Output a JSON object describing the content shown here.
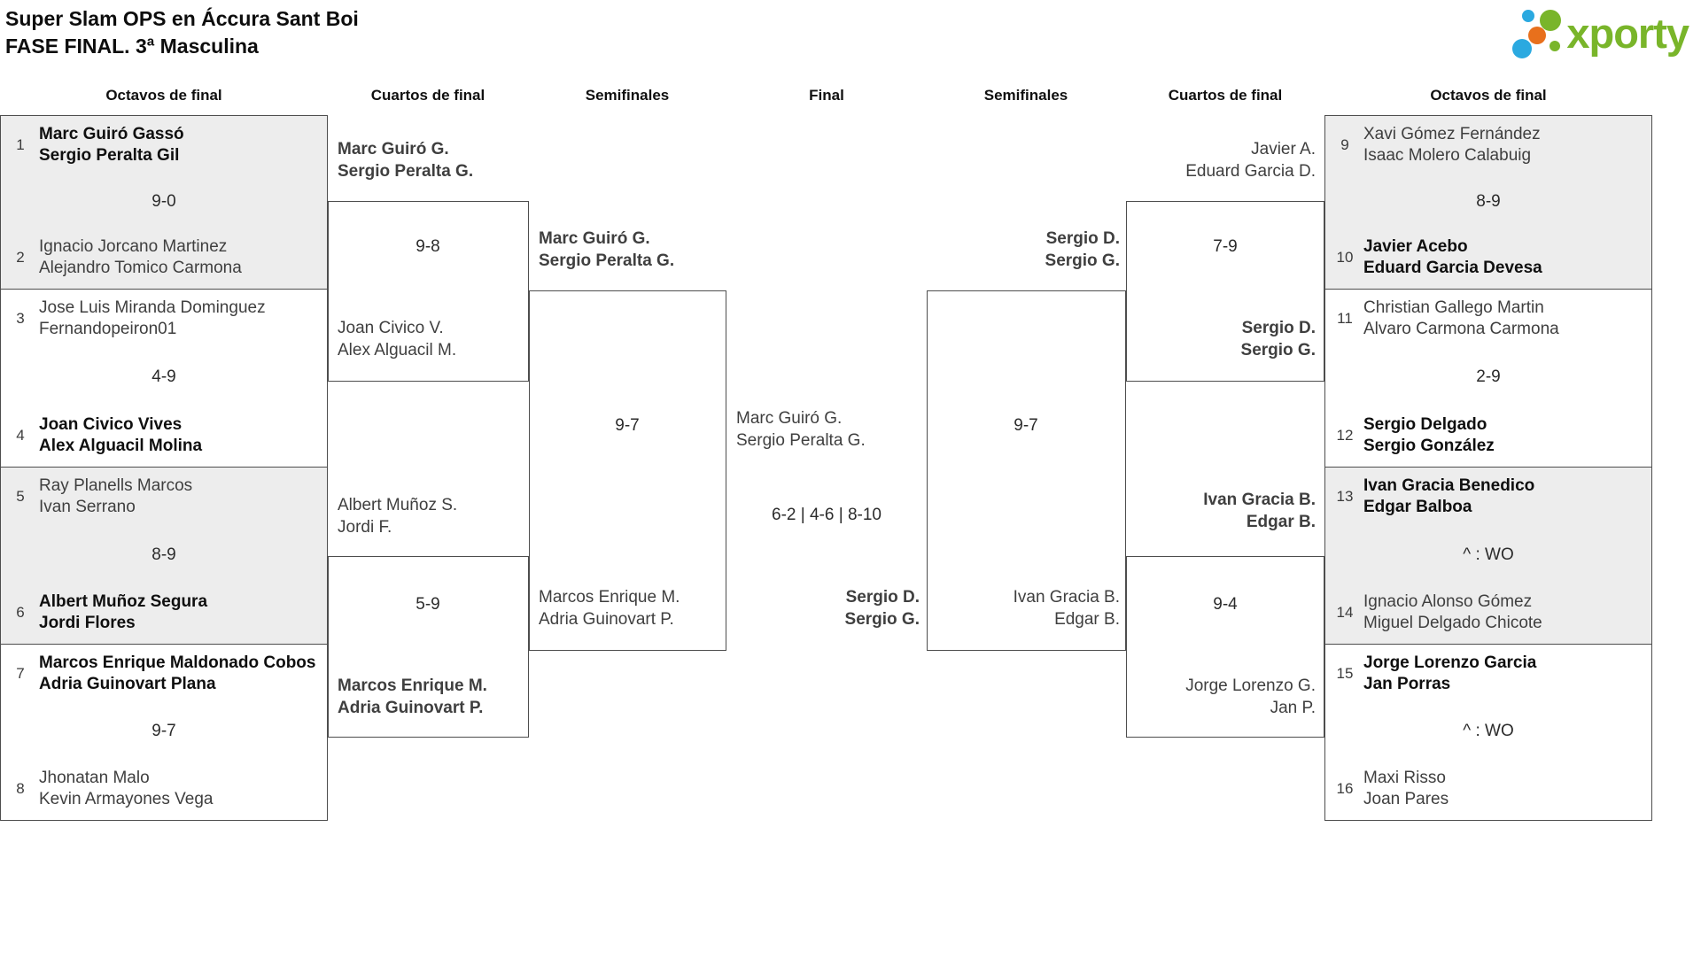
{
  "title": {
    "line1": "Super Slam OPS en Áccura Sant Boi",
    "line2": "FASE FINAL. 3ª Masculina"
  },
  "logo": {
    "brand": "xporty"
  },
  "logo_colors": {
    "green": "#79b52a",
    "blue": "#2ba9e0",
    "orange": "#e8701c"
  },
  "headers": {
    "r16_left": "Octavos de final",
    "qf_left": "Cuartos de final",
    "sf_left": "Semifinales",
    "final": "Final",
    "sf_right": "Semifinales",
    "qf_right": "Cuartos de final",
    "r16_right": "Octavos de final"
  },
  "r16_left": [
    {
      "seed_top": "1",
      "top1": "Marc Guiró Gassó",
      "top2": "Sergio Peralta Gil",
      "score": "9-0",
      "seed_bottom": "2",
      "bottom1": "Ignacio Jorcano Martinez",
      "bottom2": "Alejandro Tomico Carmona"
    },
    {
      "seed_top": "3",
      "top1": "Jose Luis Miranda Dominguez",
      "top2": "Fernandopeiron01",
      "score": "4-9",
      "seed_bottom": "4",
      "bottom1": "Joan Civico Vives",
      "bottom2": "Alex Alguacil Molina"
    },
    {
      "seed_top": "5",
      "top1": "Ray Planells Marcos",
      "top2": "Ivan Serrano",
      "score": "8-9",
      "seed_bottom": "6",
      "bottom1": "Albert Muñoz Segura",
      "bottom2": "Jordi Flores"
    },
    {
      "seed_top": "7",
      "top1": "Marcos Enrique Maldonado Cobos",
      "top2": "Adria Guinovart Plana",
      "score": "9-7",
      "seed_bottom": "8",
      "bottom1": "Jhonatan Malo",
      "bottom2": "Kevin Armayones Vega"
    }
  ],
  "r16_right": [
    {
      "seed_top": "9",
      "top1": "Xavi Gómez Fernández",
      "top2": "Isaac Molero Calabuig",
      "score": "8-9",
      "seed_bottom": "10",
      "bottom1": "Javier Acebo",
      "bottom2": "Eduard Garcia Devesa"
    },
    {
      "seed_top": "11",
      "top1": "Christian Gallego Martin",
      "top2": "Alvaro Carmona Carmona",
      "score": "2-9",
      "seed_bottom": "12",
      "bottom1": "Sergio Delgado",
      "bottom2": "Sergio González"
    },
    {
      "seed_top": "13",
      "top1": "Ivan Gracia Benedico",
      "top2": "Edgar Balboa",
      "score": "^ : WO",
      "seed_bottom": "14",
      "bottom1": "Ignacio Alonso Gómez",
      "bottom2": "Miguel Delgado Chicote"
    },
    {
      "seed_top": "15",
      "top1": "Jorge Lorenzo Garcia",
      "top2": "Jan Porras",
      "score": "^ : WO",
      "seed_bottom": "16",
      "bottom1": "Maxi Risso",
      "bottom2": "Joan Pares"
    }
  ],
  "qf_left": [
    {
      "top1": "Marc Guiró G.",
      "top2": "Sergio Peralta G.",
      "score": "9-8",
      "bottom1": "Joan Civico V.",
      "bottom2": "Alex Alguacil M."
    },
    {
      "top1": "Albert Muñoz S.",
      "top2": "Jordi F.",
      "score": "5-9",
      "bottom1": "Marcos Enrique M.",
      "bottom2": "Adria Guinovart P."
    }
  ],
  "qf_right": [
    {
      "top1": "Javier A.",
      "top2": "Eduard Garcia D.",
      "score": "7-9",
      "bottom1": "Sergio D.",
      "bottom2": "Sergio G."
    },
    {
      "top1": "Ivan Gracia B.",
      "top2": "Edgar B.",
      "score": "9-4",
      "bottom1": "Jorge Lorenzo G.",
      "bottom2": "Jan P."
    }
  ],
  "sf_left": {
    "top1": "Marc Guiró G.",
    "top2": "Sergio Peralta G.",
    "score": "9-7",
    "bottom1": "Marcos Enrique M.",
    "bottom2": "Adria Guinovart P."
  },
  "sf_right": {
    "top1": "Sergio D.",
    "top2": "Sergio G.",
    "score": "9-7",
    "bottom1": "Ivan Gracia B.",
    "bottom2": "Edgar B."
  },
  "final": {
    "top1": "Marc Guiró G.",
    "top2": "Sergio Peralta G.",
    "score": "6-2 | 4-6 | 8-10",
    "bottom1": "Sergio D.",
    "bottom2": "Sergio G."
  }
}
